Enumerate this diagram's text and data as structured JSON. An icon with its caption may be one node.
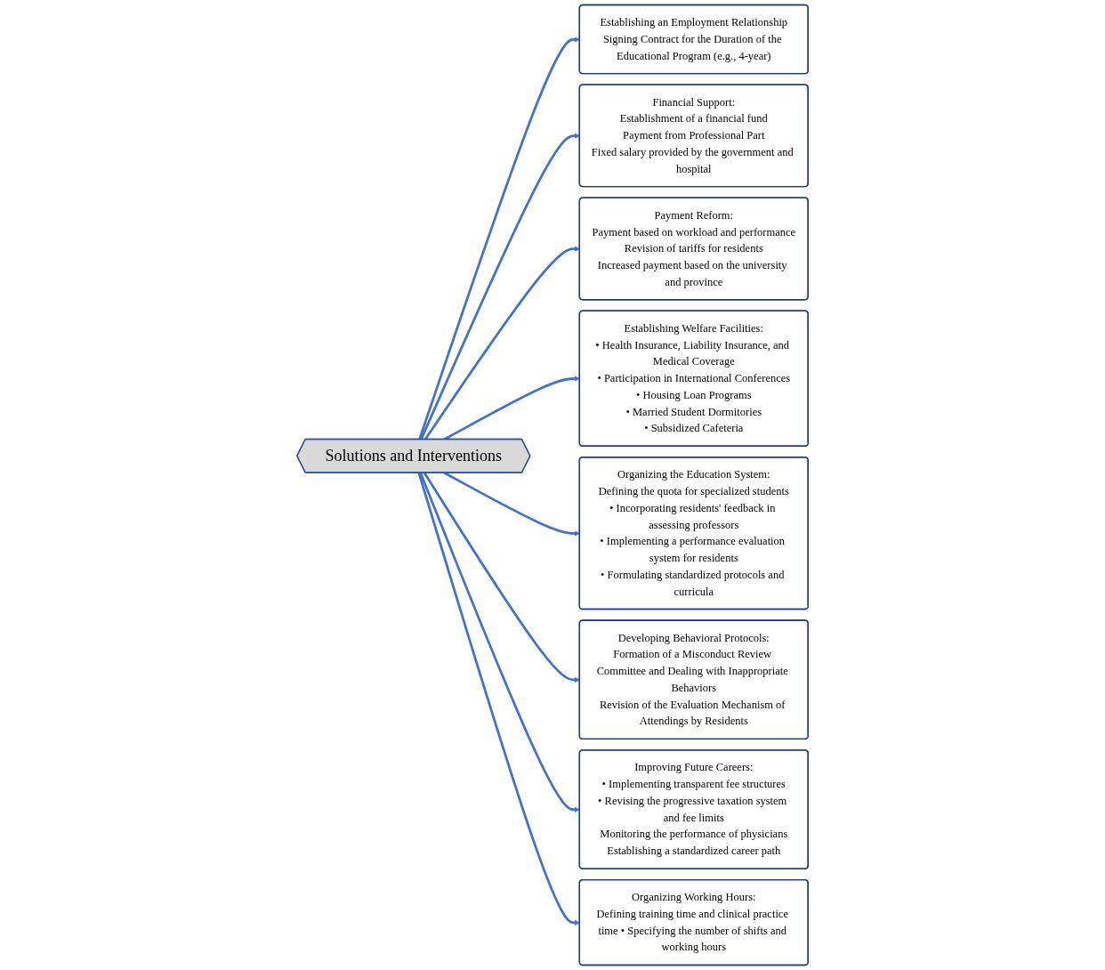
{
  "diagram": {
    "nodes": [
      {
        "text": [
          "Solutions and Interventions"
        ]
      },
      {
        "text": [
          "Establishing an Employment Relationship",
          "Signing Contract for the Duration of the Educational Program (e.g., 4-year)"
        ]
      },
      {
        "text": [
          "Financial Support:",
          "Establishment of a financial fund",
          "Payment from Professional Part",
          "Fixed salary provided by the government and hospital"
        ]
      },
      {
        "text": [
          "Payment Reform:",
          "Payment based on workload and performance",
          "Revision of tariffs for residents",
          "Increased payment based on the university and province"
        ]
      },
      {
        "text": [
          "Establishing Welfare Facilities:",
          "• Health Insurance, Liability Insurance, and Medical Coverage",
          "• Participation in International Conferences",
          "• Housing Loan Programs",
          "• Married Student Dormitories",
          "• Subsidized Cafeteria"
        ]
      },
      {
        "text": [
          "Organizing the Education System:",
          "Defining the quota for specialized students",
          "• Incorporating residents' feedback in assessing professors",
          "• Implementing a performance evaluation system for residents",
          "• Formulating standardized protocols and curricula"
        ]
      },
      {
        "text": [
          "Developing Behavioral Protocols:",
          "Formation of a Misconduct Review Committee and Dealing with Inappropriate Behaviors",
          "Revision of the Evaluation Mechanism of Attendings by Residents"
        ]
      },
      {
        "text": [
          "Improving Future Careers:",
          "• Implementing transparent fee structures",
          "• Revising the progressive taxation system and fee limits",
          "Monitoring the performance of physicians",
          "Establishing a standardized career path"
        ]
      },
      {
        "text": [
          "Organizing Working Hours:",
          "Defining training time and clinical practice time • Specifying the number of shifts and working hours"
        ]
      }
    ],
    "edges": [
      {
        "from": 0,
        "to": 1,
        "arrow": "to"
      },
      {
        "from": 0,
        "to": 2,
        "arrow": "to"
      },
      {
        "from": 0,
        "to": 3,
        "arrow": "to"
      },
      {
        "from": 0,
        "to": 4,
        "arrow": "to"
      },
      {
        "from": 0,
        "to": 5,
        "arrow": "to"
      },
      {
        "from": 0,
        "to": 6,
        "arrow": "to"
      },
      {
        "from": 0,
        "to": 7,
        "arrow": "to"
      },
      {
        "from": 0,
        "to": 8,
        "arrow": "to"
      }
    ]
  }
}
